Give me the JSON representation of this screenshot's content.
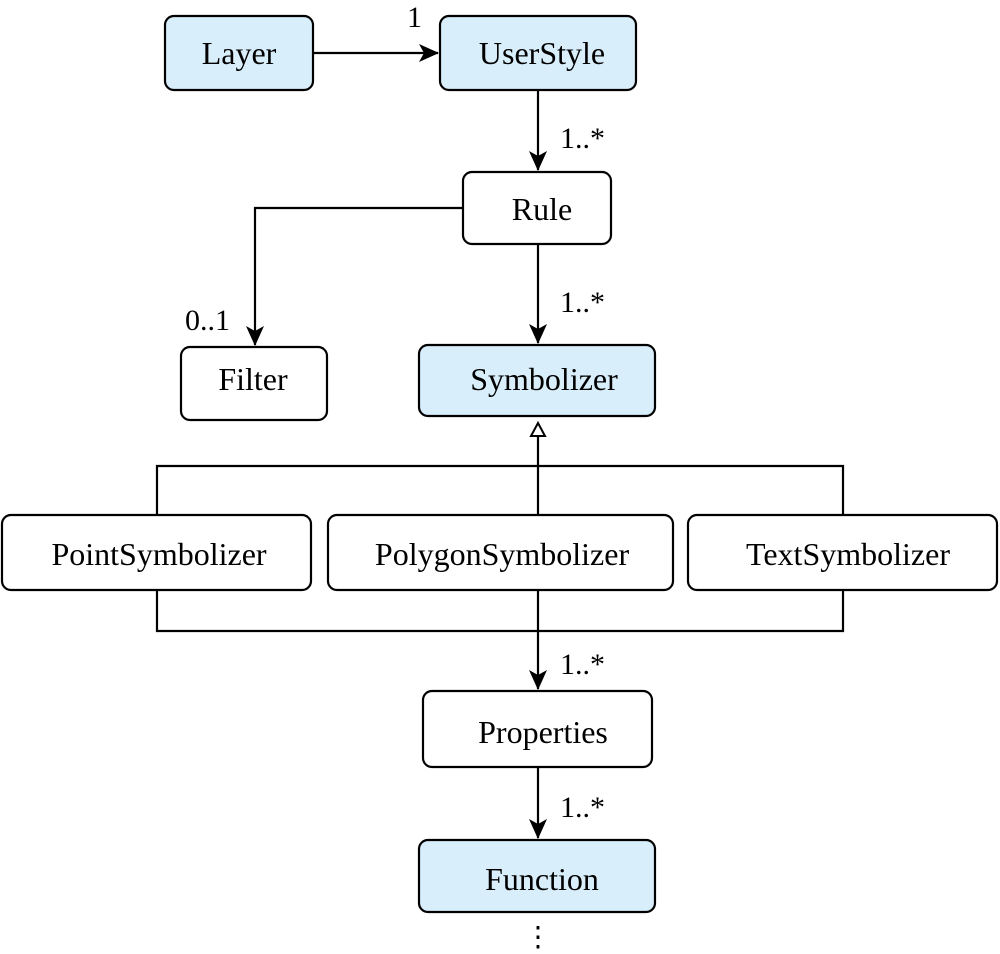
{
  "colors": {
    "highlight_fill": "#d9eefb",
    "plain_fill": "#ffffff",
    "stroke": "#000000"
  },
  "nodes": {
    "layer": {
      "label": "Layer",
      "highlighted": true
    },
    "userstyle": {
      "label": "UserStyle",
      "highlighted": true
    },
    "rule": {
      "label": "Rule",
      "highlighted": false
    },
    "filter": {
      "label": "Filter",
      "highlighted": false
    },
    "symbolizer": {
      "label": "Symbolizer",
      "highlighted": true
    },
    "point_symbolizer": {
      "label": "PointSymbolizer",
      "highlighted": false
    },
    "polygon_symbolizer": {
      "label": "PolygonSymbolizer",
      "highlighted": false
    },
    "text_symbolizer": {
      "label": "TextSymbolizer",
      "highlighted": false
    },
    "properties": {
      "label": "Properties",
      "highlighted": false
    },
    "function": {
      "label": "Function",
      "highlighted": true
    }
  },
  "edges": {
    "layer_to_userstyle": {
      "multiplicity": "1"
    },
    "userstyle_to_rule": {
      "multiplicity": "1..*"
    },
    "rule_to_filter": {
      "multiplicity": "0..1"
    },
    "rule_to_symbolizer": {
      "multiplicity": "1..*"
    },
    "symbolizers_to_properties": {
      "multiplicity": "1..*"
    },
    "properties_to_function": {
      "multiplicity": "1..*"
    }
  },
  "continuation": "⋮"
}
